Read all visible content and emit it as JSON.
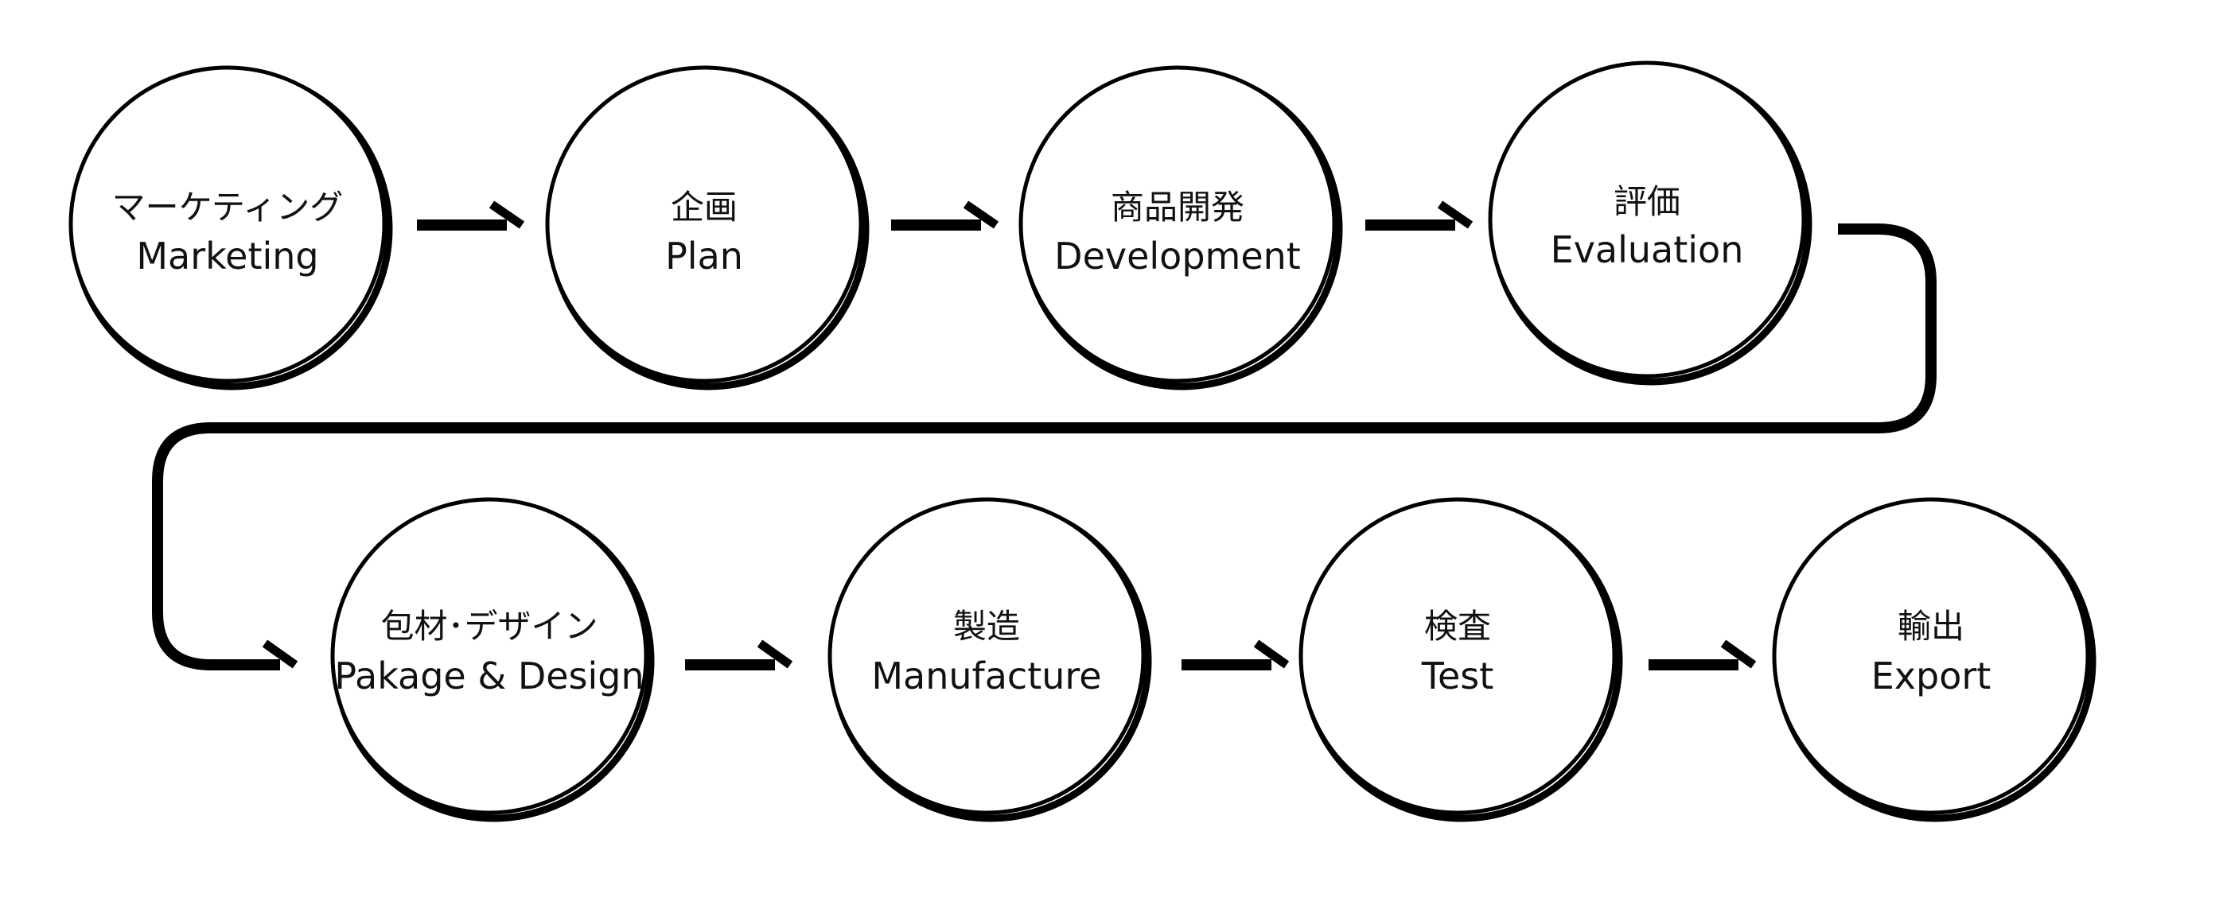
{
  "colors": {
    "stroke": "#000000",
    "circle_fill": "#ffffff",
    "text": "#111111"
  },
  "steps": [
    {
      "ja": "マーケティング",
      "en": "Marketing"
    },
    {
      "ja": "企画",
      "en": "Plan"
    },
    {
      "ja": "商品開発",
      "en": "Development"
    },
    {
      "ja": "評価",
      "en": "Evaluation"
    },
    {
      "ja": "包材･デザイン",
      "en": "Pakage & Design"
    },
    {
      "ja": "製造",
      "en": "Manufacture"
    },
    {
      "ja": "検査",
      "en": "Test"
    },
    {
      "ja": "輸出",
      "en": "Export"
    }
  ]
}
